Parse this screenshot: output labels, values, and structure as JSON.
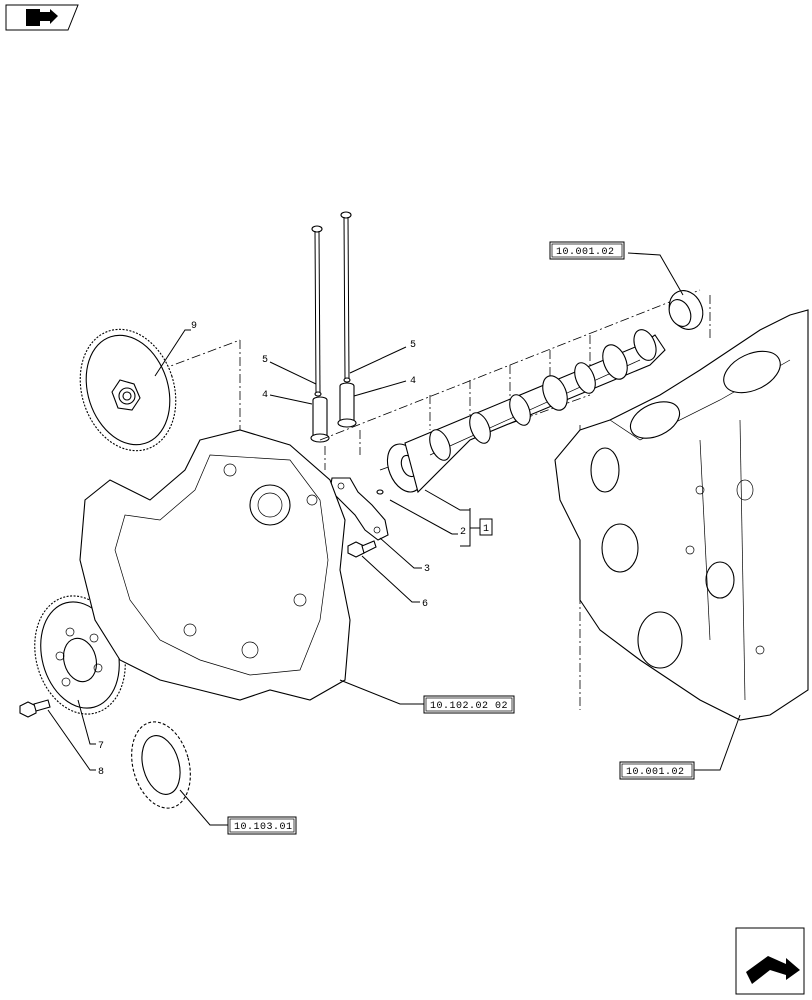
{
  "callouts": {
    "c1": "1",
    "c2": "2",
    "c3": "3",
    "c4a": "4",
    "c4b": "4",
    "c5a": "5",
    "c5b": "5",
    "c6": "6",
    "c7": "7",
    "c8": "8",
    "c9": "9"
  },
  "refs": {
    "block_top": "10.001.02",
    "block_bottom": "10.001.02",
    "front_cover": "10.102.02 02",
    "crank_gear": "10.103.01"
  },
  "icons": {
    "top_left": "book-arrow-icon",
    "bottom_right": "next-page-arrow-icon"
  }
}
